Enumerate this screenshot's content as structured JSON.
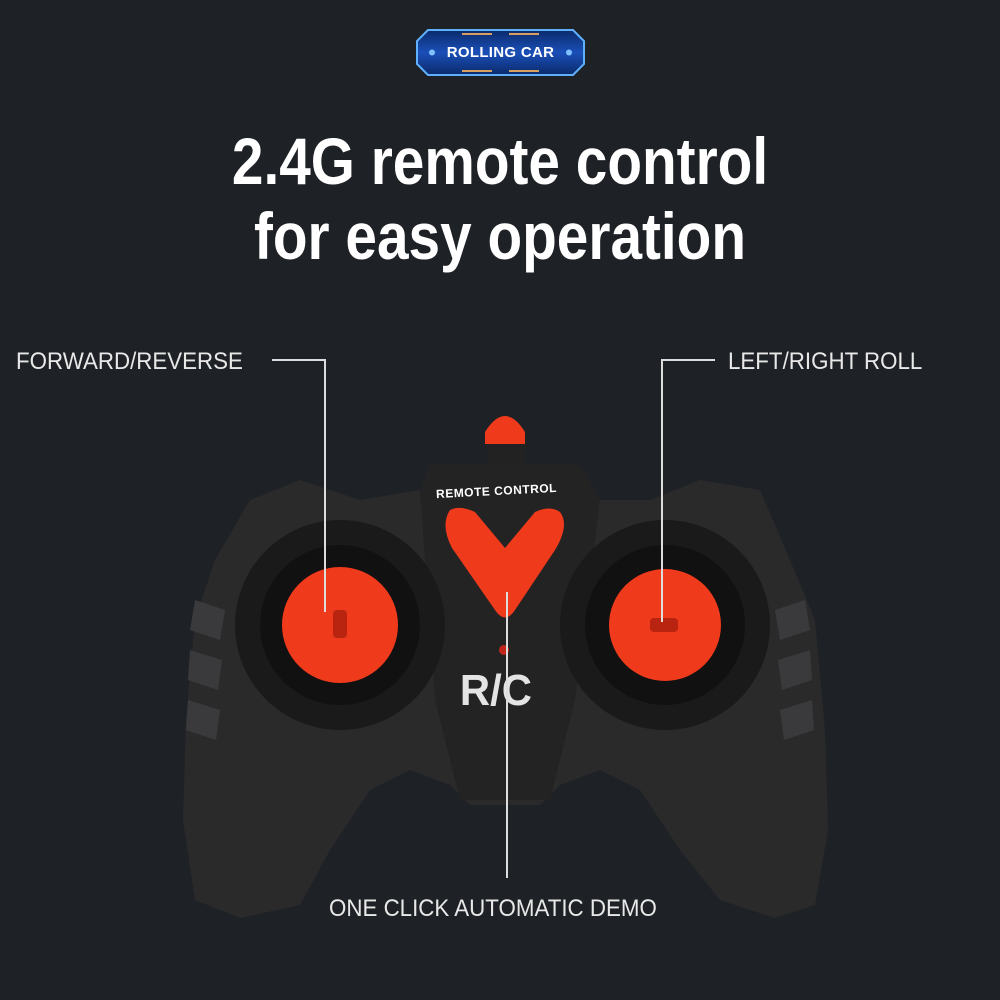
{
  "badge": {
    "label": "ROLLING CAR"
  },
  "headline": {
    "line1": "2.4G remote control",
    "line2": "for easy operation"
  },
  "callouts": {
    "left": "FORWARD/REVERSE",
    "right": "LEFT/RIGHT ROLL",
    "bottom": "ONE CLICK AUTOMATIC DEMO"
  },
  "remote": {
    "top_text": "REMOTE CONTROL",
    "logo_text": "R/C"
  },
  "colors": {
    "background": "#1e2125",
    "accent": "#f03a1c",
    "body": "#2a2a2b",
    "badge_blue": "#1f5fd6"
  }
}
